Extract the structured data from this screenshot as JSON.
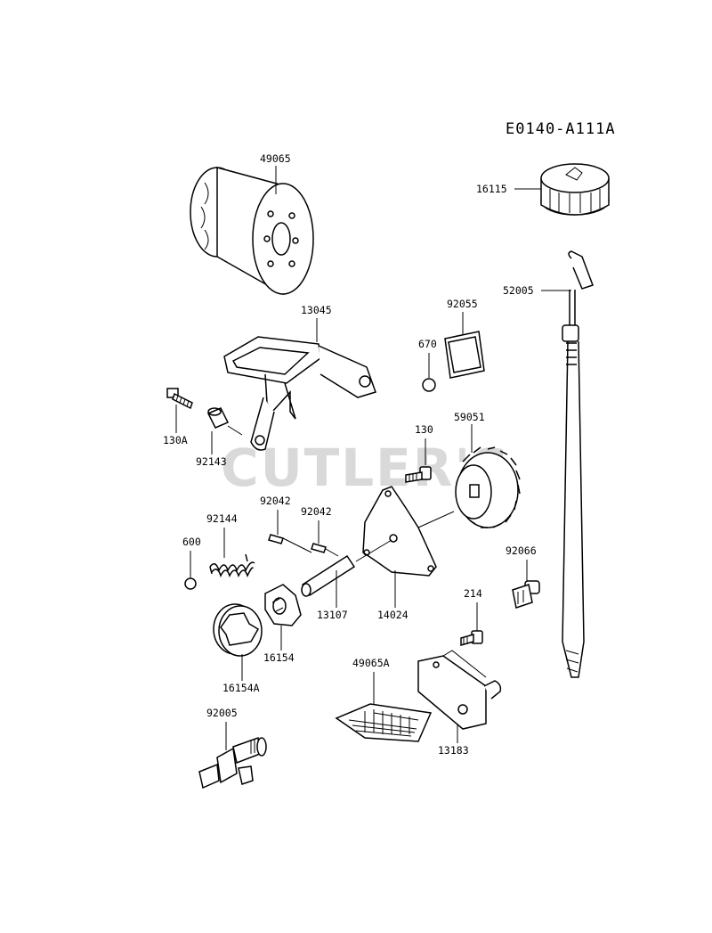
{
  "diagram_code": "E0140-A111A",
  "watermark": "CUTLER'S",
  "parts": {
    "p49065": "49065",
    "p16115": "16115",
    "p52005": "52005",
    "p13045": "13045",
    "p92055": "92055",
    "p670": "670",
    "p130A": "130A",
    "p92143": "92143",
    "p130": "130",
    "p59051": "59051",
    "p92042a": "92042",
    "p92042b": "92042",
    "p92144": "92144",
    "p600": "600",
    "p13107": "13107",
    "p14024": "14024",
    "p92066": "92066",
    "p16154": "16154",
    "p16154A": "16154A",
    "p214": "214",
    "p49065A": "49065A",
    "p13183": "13183",
    "p92005": "92005"
  }
}
